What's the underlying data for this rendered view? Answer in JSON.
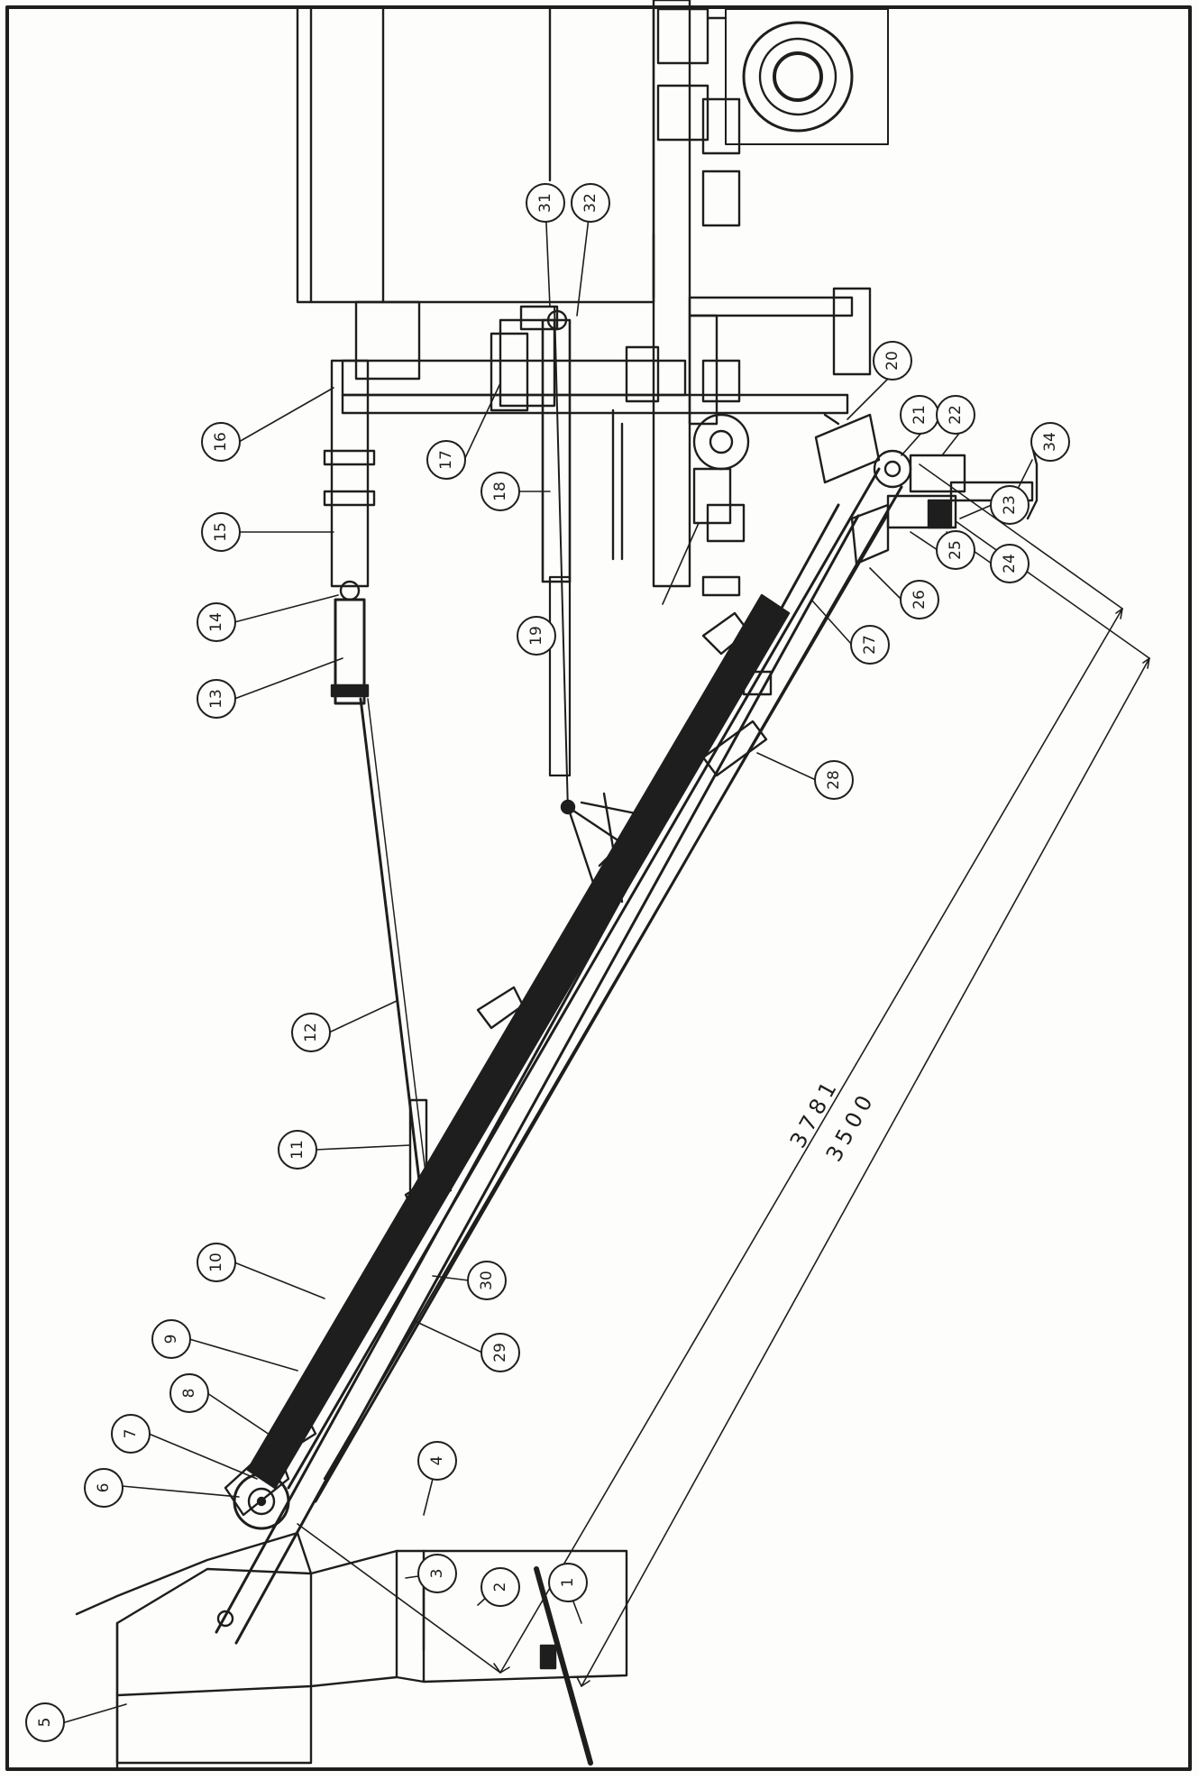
{
  "drawing": {
    "part_numbers": [
      "1",
      "2",
      "3",
      "4",
      "5",
      "6",
      "7",
      "8",
      "9",
      "10",
      "11",
      "12",
      "13",
      "14",
      "15",
      "16",
      "17",
      "18",
      "19",
      "20",
      "21",
      "22",
      "23",
      "24",
      "25",
      "26",
      "27",
      "28",
      "29",
      "30",
      "31",
      "32",
      "34"
    ],
    "dimensions": {
      "overall_length": "3781",
      "conveyor_length": "3500"
    }
  }
}
